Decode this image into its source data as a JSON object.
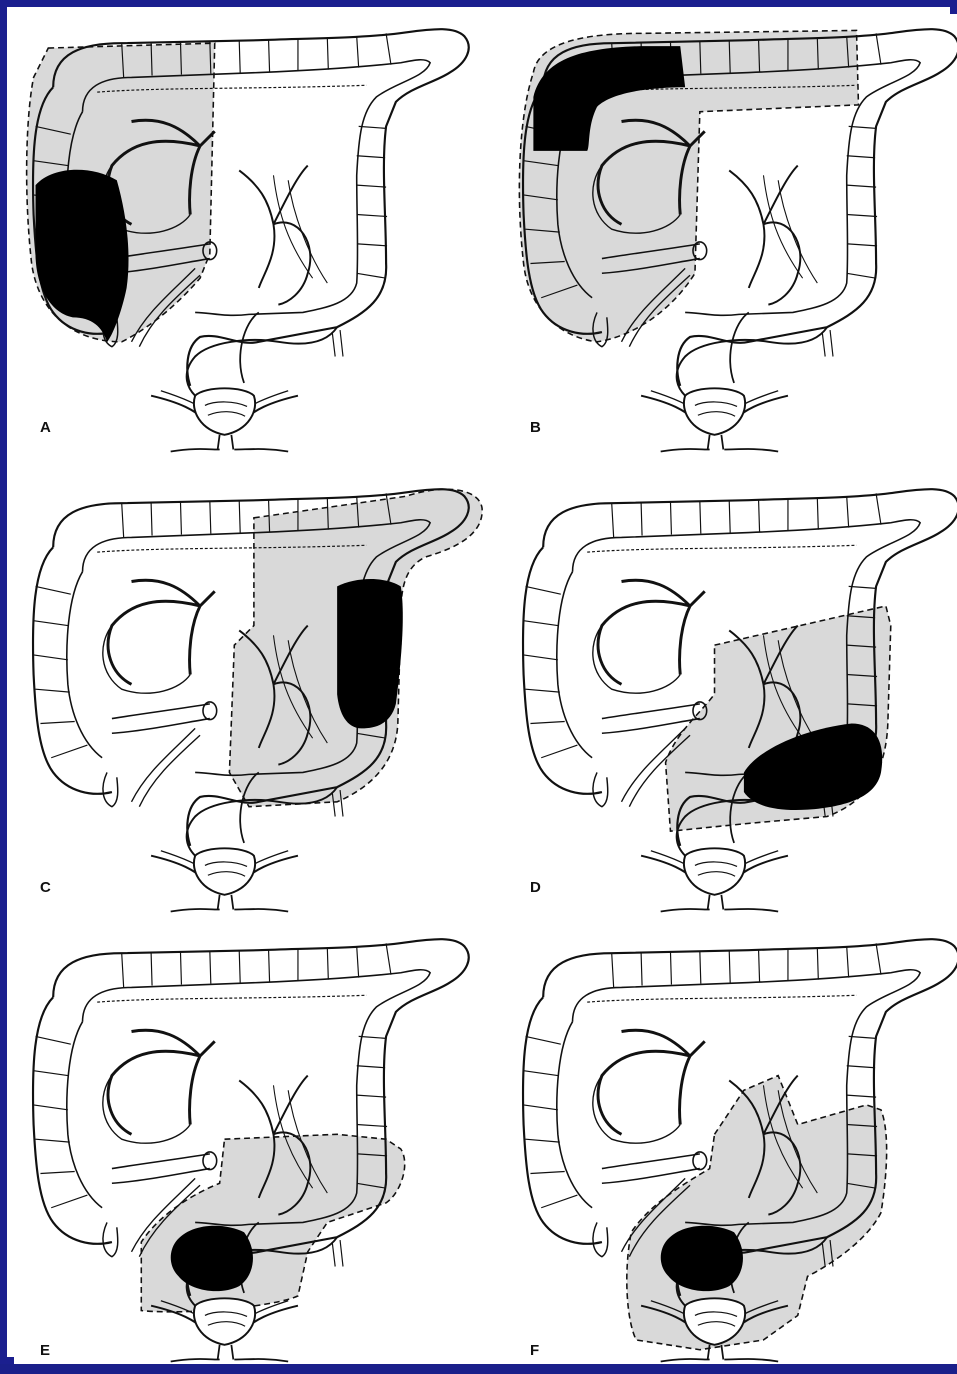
{
  "figure": {
    "panels": [
      {
        "label": "A",
        "resection": "right-hemicolectomy",
        "tumor_site": "cecum-ascending"
      },
      {
        "label": "B",
        "resection": "extended-right-hemicolectomy",
        "tumor_site": "hepatic-flexure-transverse"
      },
      {
        "label": "C",
        "resection": "left-hemicolectomy",
        "tumor_site": "descending"
      },
      {
        "label": "D",
        "resection": "sigmoid-colectomy",
        "tumor_site": "sigmoid"
      },
      {
        "label": "E",
        "resection": "low-anterior-resection",
        "tumor_site": "upper-rectum"
      },
      {
        "label": "F",
        "resection": "abdominoperineal-resection",
        "tumor_site": "lower-rectum"
      }
    ]
  },
  "colors": {
    "frame": "#1b1f8f",
    "shade": "#d9d9d9",
    "tumor": "#000000",
    "line": "#111111"
  }
}
